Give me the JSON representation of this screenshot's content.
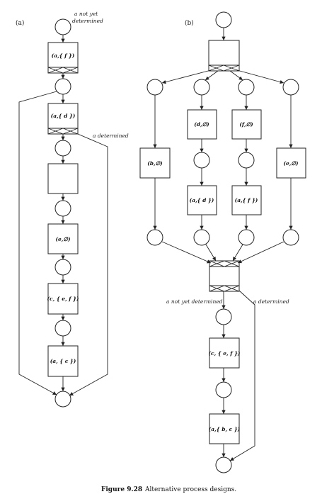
{
  "figure": {
    "caption_number": "Figure 9.28",
    "caption_text": "Alternative process designs."
  },
  "panel_a": {
    "label": "(a)",
    "annotations": {
      "not_yet_line1": "a not yet",
      "not_yet_line2": "determined",
      "determined": "a determined"
    },
    "transitions": {
      "t1": "(a,{ f })",
      "t2": "(a,{ d })",
      "t3": "",
      "t4": "(e,∅)",
      "t5": "(c, { e, f })",
      "t6": "(a, { c })"
    }
  },
  "panel_b": {
    "label": "(b)",
    "annotations": {
      "not_yet": "a not yet determined",
      "determined": "a determined"
    },
    "transitions": {
      "split": "",
      "d": "(d,∅)",
      "f": "(f,∅)",
      "b": "(b,∅)",
      "e": "(e,∅)",
      "ad": "(a,{ d })",
      "af": "(a,{ f })",
      "join": "",
      "cef": "(c, { e, f })",
      "abc": "(a,{ b, c })"
    }
  }
}
